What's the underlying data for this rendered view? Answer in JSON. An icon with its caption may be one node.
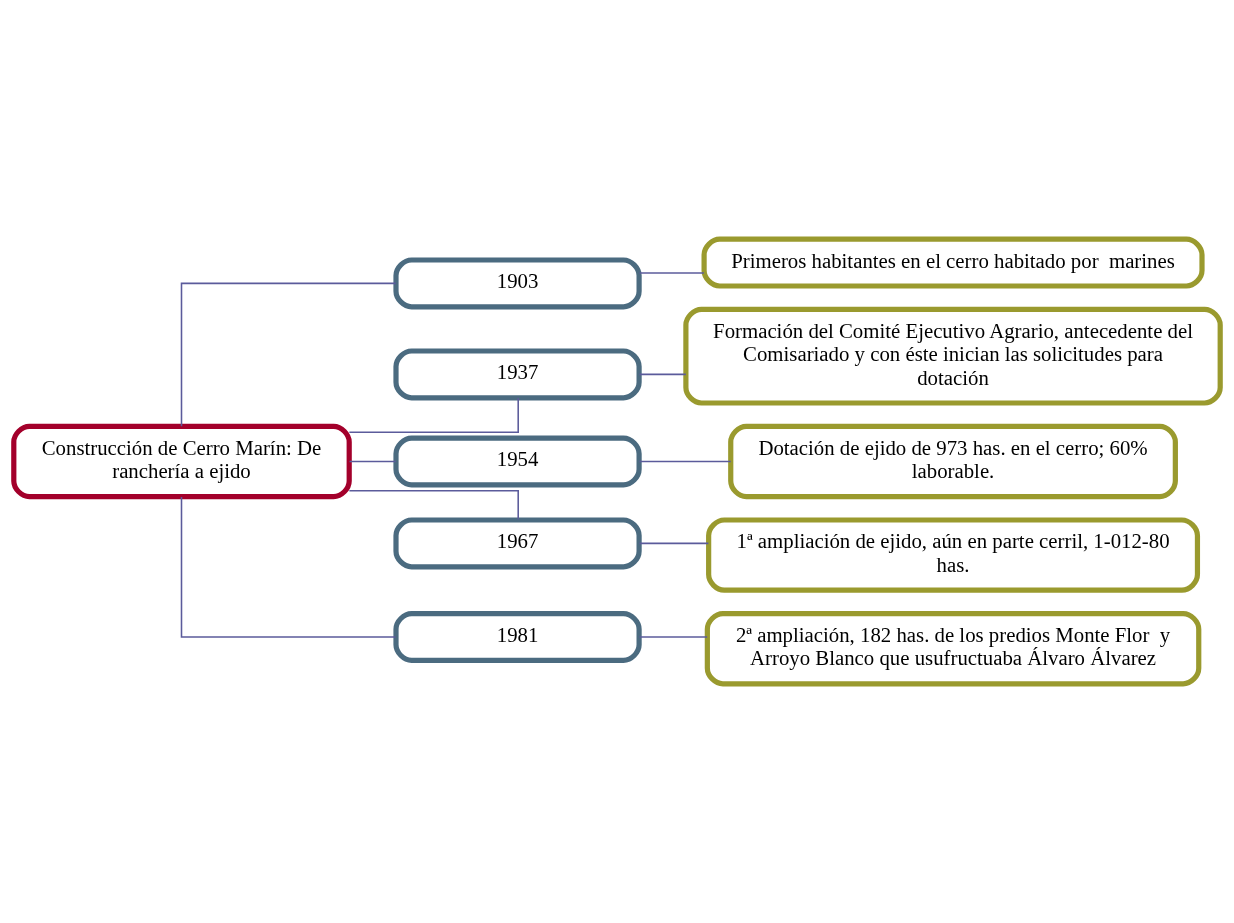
{
  "diagram": {
    "nodes": [
      {
        "text": [
          "Construcción de Cerro Marín: De ranchería a ejido"
        ]
      },
      {
        "text": [
          "1903"
        ]
      },
      {
        "text": [
          "Primeros habitantes en el cerro habitado por  marines"
        ]
      },
      {
        "text": [
          "1937"
        ]
      },
      {
        "text": [
          "Formación del Comité Ejecutivo Agrario, antecedente del Comisariado y con éste inician las solicitudes para dotación"
        ]
      },
      {
        "text": [
          "1954"
        ]
      },
      {
        "text": [
          "Dotación de ejido de 973 has. en el cerro; 60% laborable."
        ]
      },
      {
        "text": [
          "1967"
        ]
      },
      {
        "text": [
          "1ª ampliación de ejido, aún en parte cerril, 1-012-80 has."
        ]
      },
      {
        "text": [
          "1981"
        ]
      },
      {
        "text": [
          "2ª ampliación, 182 has. de los predios Monte Flor  y Arroyo Blanco que usufructuaba Álvaro Álvarez"
        ]
      }
    ],
    "edges": [
      {
        "from": 0,
        "to": 1,
        "arrow": "none"
      },
      {
        "from": 1,
        "to": 2,
        "arrow": "none"
      },
      {
        "from": 0,
        "to": 3,
        "arrow": "none"
      },
      {
        "from": 3,
        "to": 4,
        "arrow": "none"
      },
      {
        "from": 0,
        "to": 5,
        "arrow": "none"
      },
      {
        "from": 5,
        "to": 6,
        "arrow": "none"
      },
      {
        "from": 0,
        "to": 7,
        "arrow": "none"
      },
      {
        "from": 7,
        "to": 8,
        "arrow": "none"
      },
      {
        "from": 0,
        "to": 9,
        "arrow": "none"
      },
      {
        "from": 9,
        "to": 10,
        "arrow": "none"
      }
    ]
  }
}
